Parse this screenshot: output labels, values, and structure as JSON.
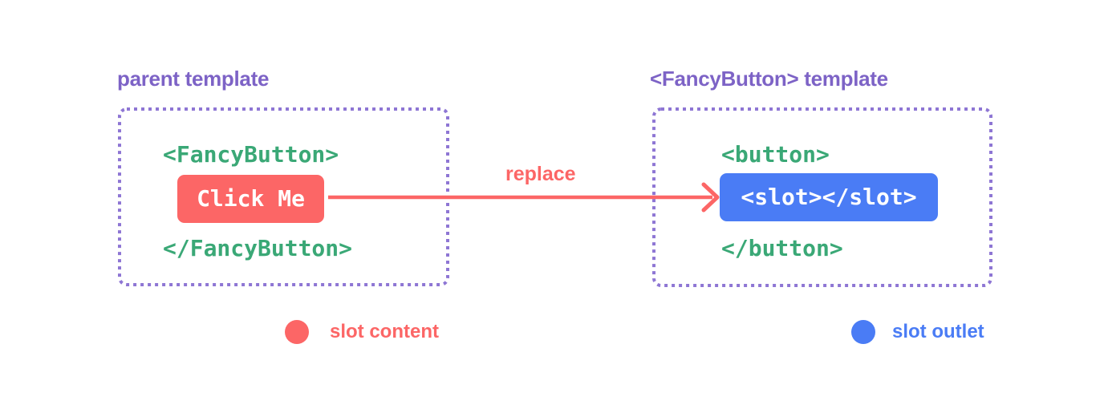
{
  "colors": {
    "coral": "#fc6666",
    "blue": "#4a7cf5",
    "green": "#3aa876",
    "purple_label": "#7d63c6",
    "purple_border": "#8e76d4",
    "white": "#ffffff",
    "background": "#ffffff"
  },
  "parent_panel": {
    "title": "parent template",
    "open_tag": "<FancyButton>",
    "button_label": "Click Me",
    "close_tag": "</FancyButton>"
  },
  "fancy_button_panel": {
    "title": "<FancyButton> template",
    "open_tag": "<button>",
    "slot_label": "<slot></slot>",
    "close_tag": "</button>"
  },
  "arrow": {
    "label": "replace"
  },
  "legend": {
    "slot_content_label": "slot content",
    "slot_outlet_label": "slot outlet"
  }
}
